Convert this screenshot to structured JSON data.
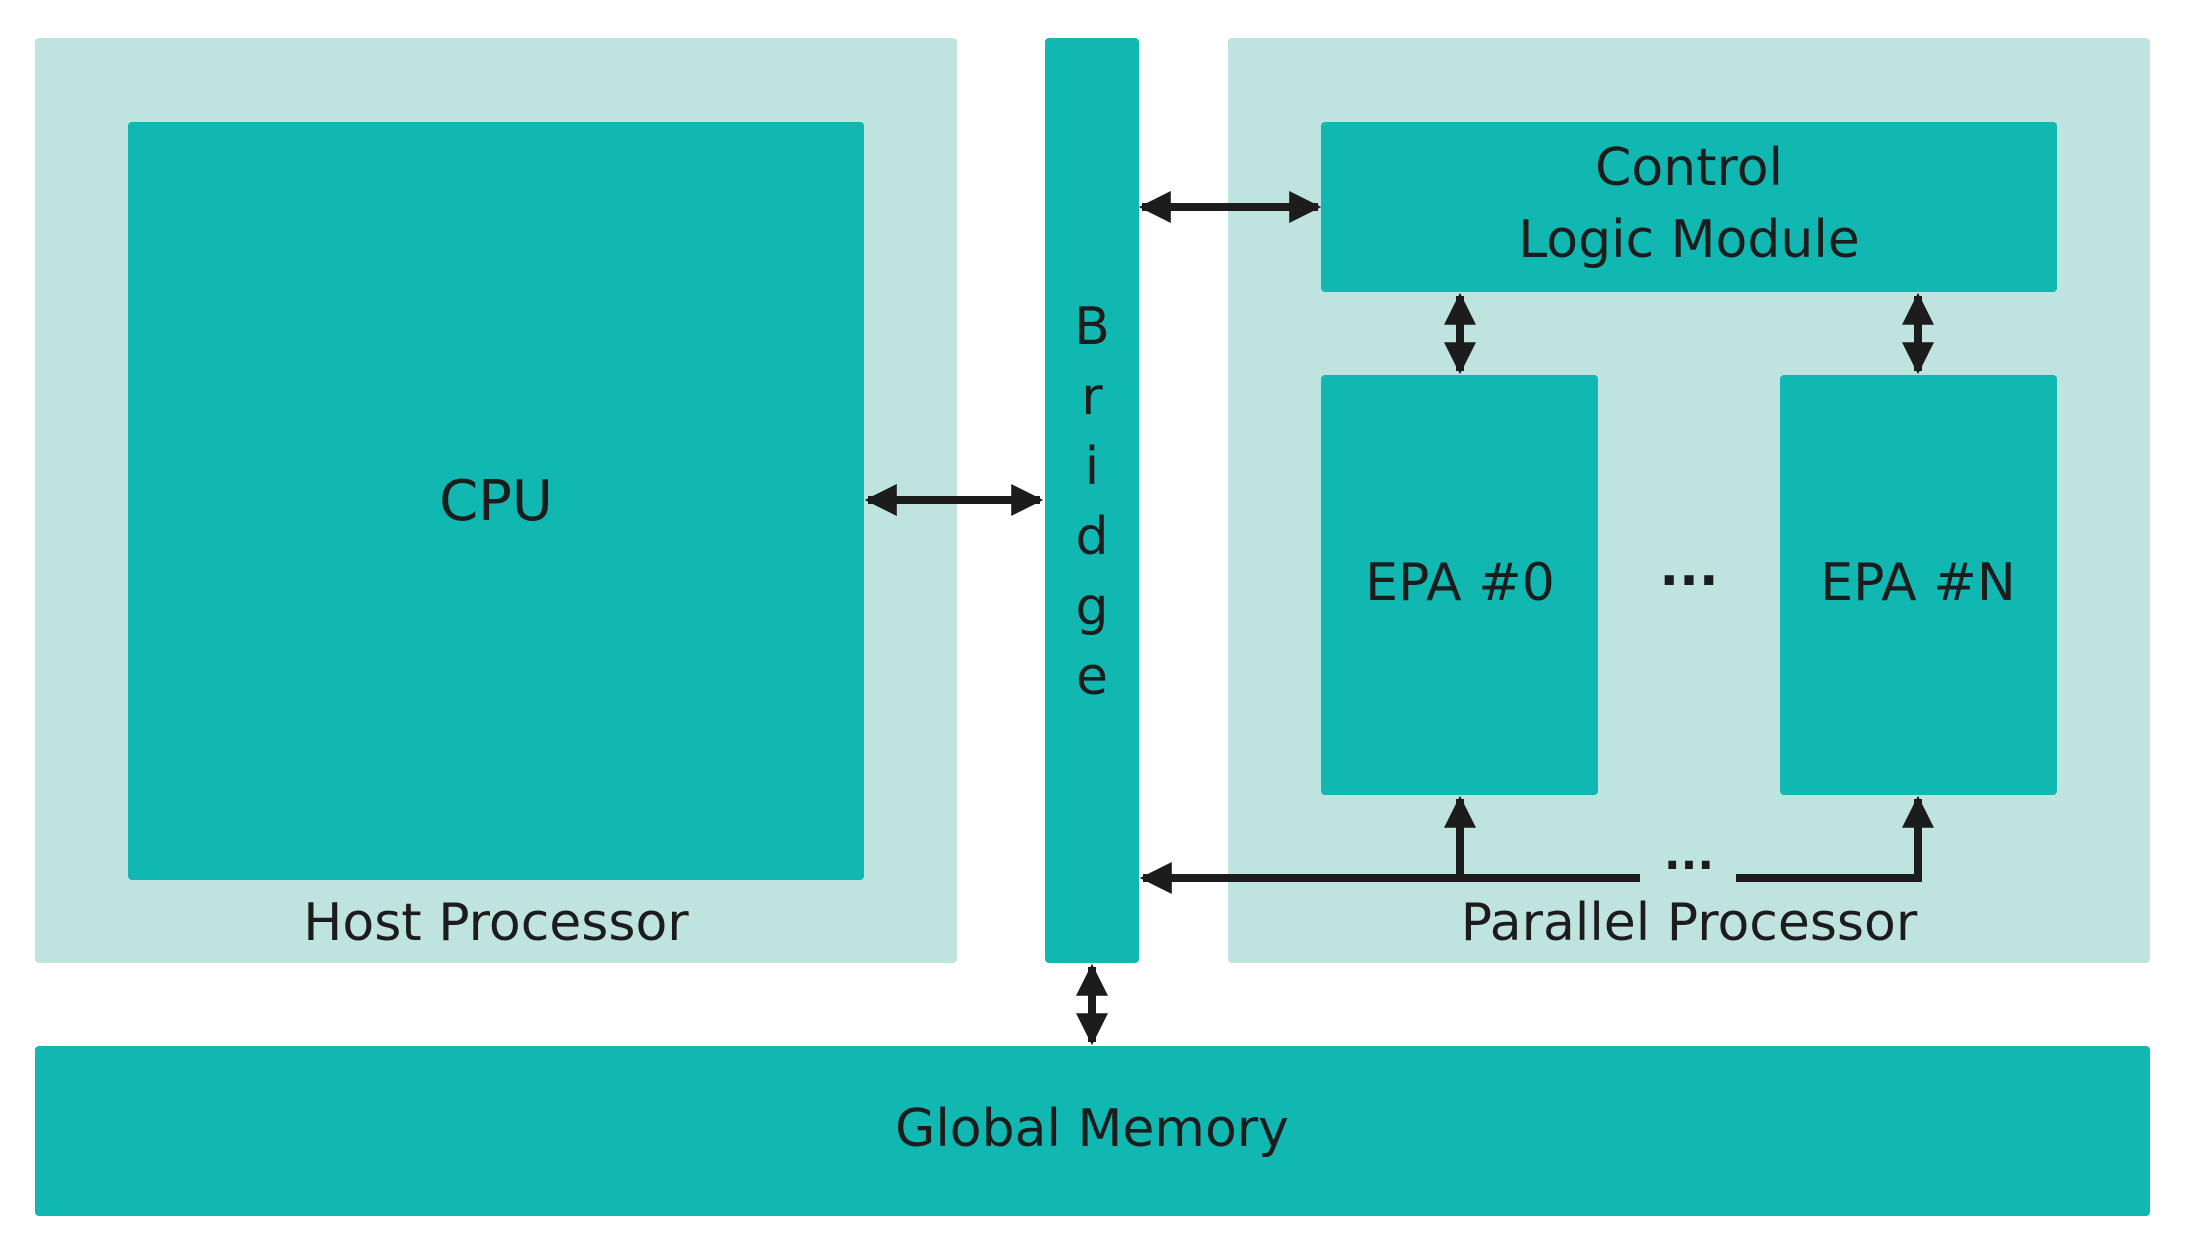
{
  "diagram": {
    "host_processor": {
      "label": "Host Processor"
    },
    "cpu": {
      "label": "CPU"
    },
    "bridge": {
      "label": [
        "B",
        "r",
        "i",
        "d",
        "g",
        "e"
      ]
    },
    "parallel_processor": {
      "label": "Parallel Processor"
    },
    "control_logic": {
      "label_line1": "Control",
      "label_line2": "Logic Module"
    },
    "epa_first": {
      "label": "EPA #0"
    },
    "epa_last": {
      "label": "EPA #N"
    },
    "epa_ellipsis": "···",
    "bus_ellipsis": "···",
    "global_memory": {
      "label": "Global Memory"
    },
    "colors": {
      "container_fill": "#bfe3de",
      "block_fill": "#10b8b1",
      "text": "#1c1c1c",
      "arrow": "#1c1c1c"
    }
  }
}
